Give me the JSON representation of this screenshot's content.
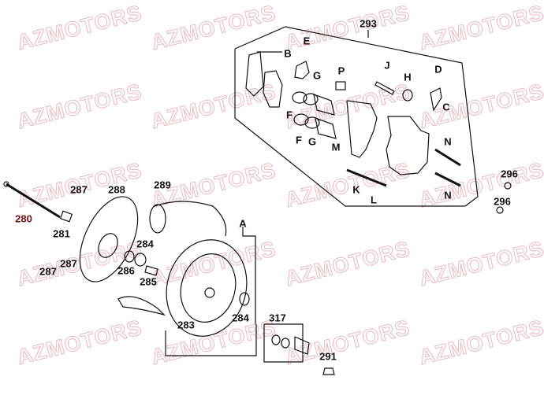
{
  "watermark": "AZMOTORS",
  "colors": {
    "line": "#111111",
    "watermark": "#e8a0a6"
  },
  "labels": {
    "caliper_assembly": "293",
    "pads": "B",
    "pad_spring": "E",
    "seal_g_top": "G",
    "bleeder_cap": "P",
    "pin_j": "J",
    "boot_h": "H",
    "bleeder_d": "D",
    "bleeder_c": "C",
    "seal_f_top": "F",
    "seal_f_bottom": "F",
    "seal_g_bottom": "G",
    "bracket_m": "M",
    "pin_n_top": "N",
    "pin_n_bottom": "N",
    "bolt_k": "K",
    "pin_l": "L",
    "bolt_296_a": "296",
    "bolt_296_b": "296",
    "axle": "280",
    "bolt_287_a": "287",
    "disc": "288",
    "tire": "289",
    "collar_281": "281",
    "bolt_287_b": "287",
    "bolt_287_c": "287",
    "bearing_284_a": "284",
    "bearing_286": "286",
    "spacer_285": "285",
    "wheel_assembly": "A",
    "rim_283": "283",
    "bearing_284_b": "284",
    "speedo_317": "317",
    "nut_291": "291"
  }
}
